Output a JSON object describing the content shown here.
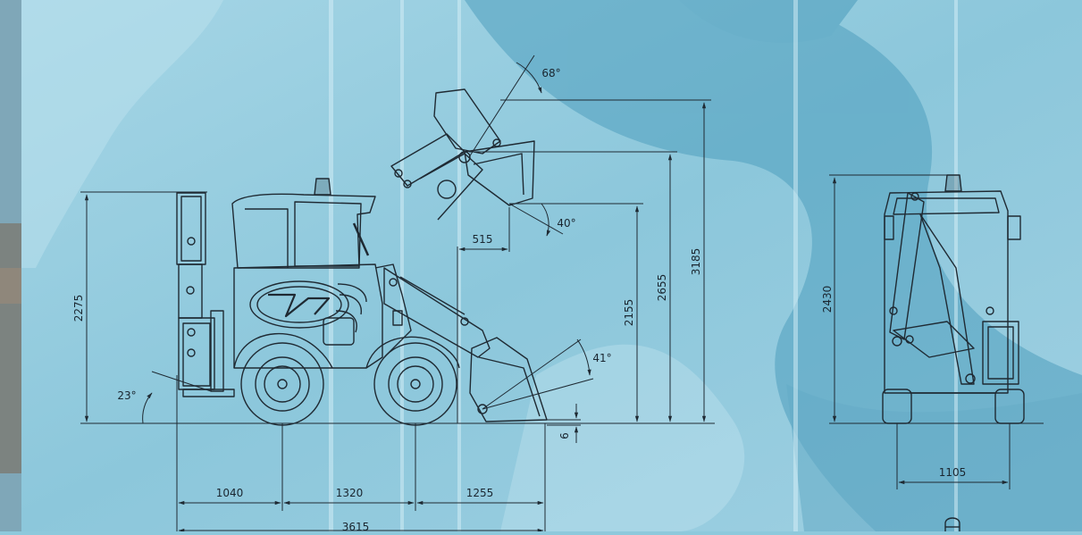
{
  "colors": {
    "background": "#8ec9dc",
    "background_light": "#b5dcea",
    "background_dark": "#5aa8c4",
    "line": "#1f2a33"
  },
  "dimensions": {
    "side_view": {
      "overall_height": "2275",
      "rear_overhang": "1040",
      "wheelbase": "1320",
      "front_overhang": "1255",
      "overall_length": "3615",
      "dump_reach": "515",
      "dump_clearance": "2155",
      "hinge_pin_height": "2655",
      "max_height": "3185",
      "dig_depth": "6",
      "departure_angle": "23°",
      "rollback_angle": "41°",
      "dump_angle": "40°",
      "max_rollback_angle": "68°"
    },
    "rear_view": {
      "overall_height": "2430",
      "track_width": "1105"
    }
  }
}
